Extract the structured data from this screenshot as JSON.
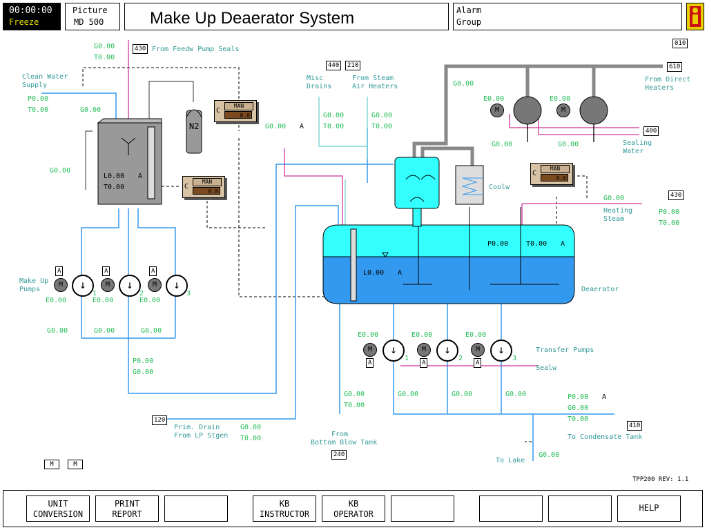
{
  "header": {
    "time": "00:00:00",
    "freeze": "Freeze",
    "picture_label": "Picture",
    "picture_id": "MD 500",
    "title": "Make Up Deaerator System",
    "alarm_line1": "Alarm",
    "alarm_line2": "Group"
  },
  "colors": {
    "process_green": "#22bb55",
    "water_light": "#33ffff",
    "water_dark": "#3399ee",
    "steam": "#999999",
    "sealing": "#cc3399"
  },
  "refs": {
    "r430a": "430",
    "r010": "010",
    "r440": "440",
    "r210": "210",
    "r610": "610",
    "r400": "400",
    "r430b": "430",
    "r120": "120",
    "r240": "240",
    "r410": "410"
  },
  "labels": {
    "feedw_seals": "From Feedw Pump Seals",
    "clean_water_1": "Clean Water",
    "clean_water_2": "Supply",
    "misc_1": "Misc",
    "misc_2": "Drains",
    "from_steam_1": "From Steam",
    "from_steam_2": "Air Heaters",
    "from_direct_1": "From Direct",
    "from_direct_2": "Heaters",
    "sealing_1": "Sealing",
    "sealing_2": "Water",
    "coolw": "Coolw",
    "heating_1": "Heating",
    "heating_2": "Steam",
    "makeup_1": "Make Up",
    "makeup_2": "Pumps",
    "deaerator": "Deaerator",
    "transfer": "Transfer Pumps",
    "sealw": "Sealw",
    "prim_1": "Prim. Drain",
    "prim_2": "From LP Stgen",
    "bottom_1": "From",
    "bottom_2": "Bottom Blow Tank",
    "to_cond": "To Condensate Tank",
    "to_lake": "To Lake",
    "n2": "N2",
    "rev": "TPP200  REV: 1.1"
  },
  "values": {
    "v1": "G0.00",
    "v2": "T0.00",
    "v3": "P0.00",
    "v4": "T0.00",
    "v5": "G0.00",
    "v6": "G0.00",
    "v7": "L0.00",
    "v8": "T0.00",
    "v9": "A",
    "v10": "G0.00",
    "v11": "A",
    "v12": "G0.00",
    "v13": "T0.00",
    "v14": "G0.00",
    "v15": "T0.00",
    "v16": "G0.00",
    "v17": "E0.00",
    "v18": "E0.00",
    "v19": "G0.00",
    "v20": "G0.00",
    "v21": "G0.00",
    "v22": "P0.00",
    "v23": "T0.00",
    "v24": "P0.00",
    "v25": "T0.00",
    "v26": "A",
    "v27": "L0.00",
    "v28": "A",
    "v29": "E0.00",
    "v30": "E0.00",
    "v31": "E0.00",
    "v32": "G0.00",
    "v33": "G0.00",
    "v34": "G0.00",
    "v35": "P0.00",
    "v36": "G0.00",
    "v37": "E0.00",
    "v38": "E0.00",
    "v39": "E0.00",
    "v40": "G0.00",
    "v41": "G0.00",
    "v42": "G0.00",
    "v43": "G0.00",
    "v44": "T0.00",
    "v45": "G0.00",
    "v46": "T0.00",
    "v47": "P0.00",
    "v48": "G0.00",
    "v49": "T0.00",
    "v50": "A",
    "v51": "G0.00"
  },
  "controllers": {
    "c1": {
      "c": "C",
      "mode": "MAN",
      "value": "0.0"
    },
    "c2": {
      "c": "C",
      "mode": "MAN",
      "value": "0.0"
    },
    "c3": {
      "c": "C",
      "mode": "MAN",
      "value": "0.0"
    }
  },
  "pumps": {
    "mu1": "1",
    "mu2": "2",
    "mu3": "3",
    "tp1": "1",
    "tp2": "2",
    "tp3": "3",
    "m": "M",
    "a": "A"
  },
  "bottom_small": {
    "m1": "M",
    "m2": "M"
  },
  "footer": [
    {
      "line1": "UNIT",
      "line2": "CONVERSION"
    },
    {
      "line1": "PRINT",
      "line2": "REPORT"
    },
    {
      "line1": "",
      "line2": ""
    },
    {
      "line1": "KB",
      "line2": "INSTRUCTOR"
    },
    {
      "line1": "KB",
      "line2": "OPERATOR"
    },
    {
      "line1": "",
      "line2": ""
    },
    {
      "line1": "",
      "line2": ""
    },
    {
      "line1": "",
      "line2": ""
    },
    {
      "line1": "HELP",
      "line2": ""
    }
  ]
}
